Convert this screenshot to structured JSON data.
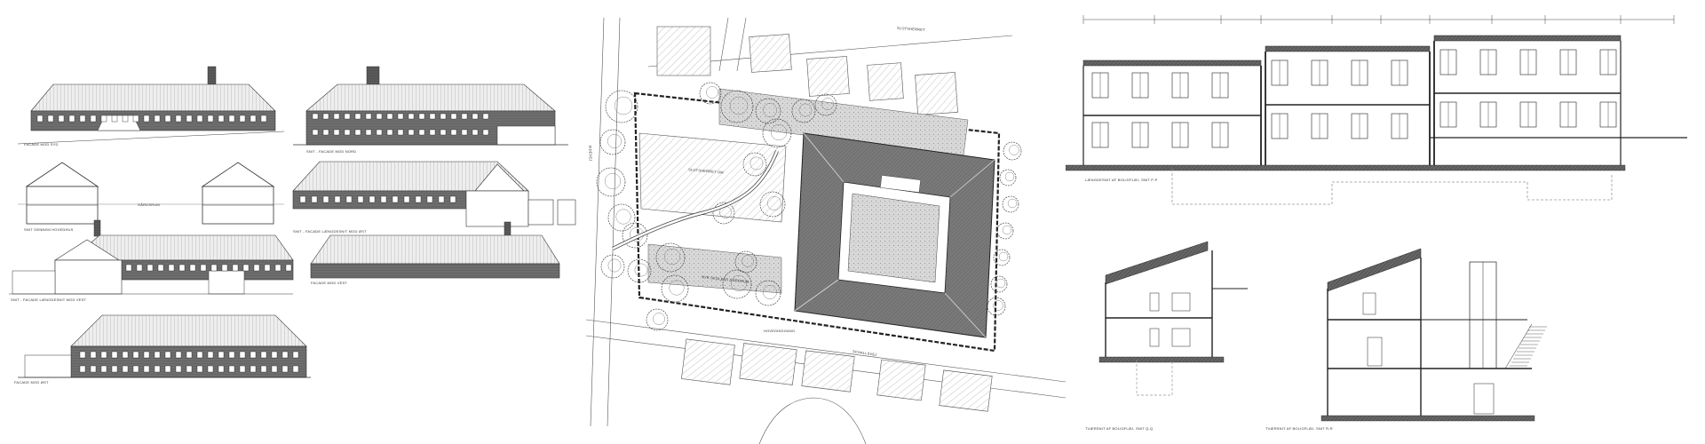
{
  "elevations_labels": {
    "e1": "FACADE MOD SYD",
    "e2": "SNIT - FACADE MOD NORD",
    "e3": "SNIT GENNEM HOVEDHUS",
    "e4": "SNIT - FACADE LÆNGDESNIT MOD ØST",
    "e5": "SNIT - FACADE LÆNGDESNIT MOD VEST",
    "e6": "FACADE MOD VEST",
    "e7": "FACADE MOD ØST",
    "court": "GÅRDSRUM"
  },
  "site_labels": {
    "street_top": "SLOTSHERRET",
    "street_bottom": "SCHALLSVEJ",
    "street_left": "SIDEVEJ",
    "field": "SLOTSHERRET OM",
    "path": "NYE SKOLENS GÅRDRUM",
    "entry": "HOVEDINDGANG"
  },
  "section_labels": {
    "long": "LÆNGDESNIT AF BOLIGFLØJ, SNIT P-P",
    "cross1": "TVÆRSNIT AF BOLIGFLØJ, SNIT Q-Q",
    "cross2": "TVÆRSNIT AF BOLIGFLØJ, SNIT R-R"
  },
  "colors": {
    "line": "#333333",
    "hatch": "#888888",
    "paper": "#ffffff",
    "roof": "#e6e6e6"
  }
}
